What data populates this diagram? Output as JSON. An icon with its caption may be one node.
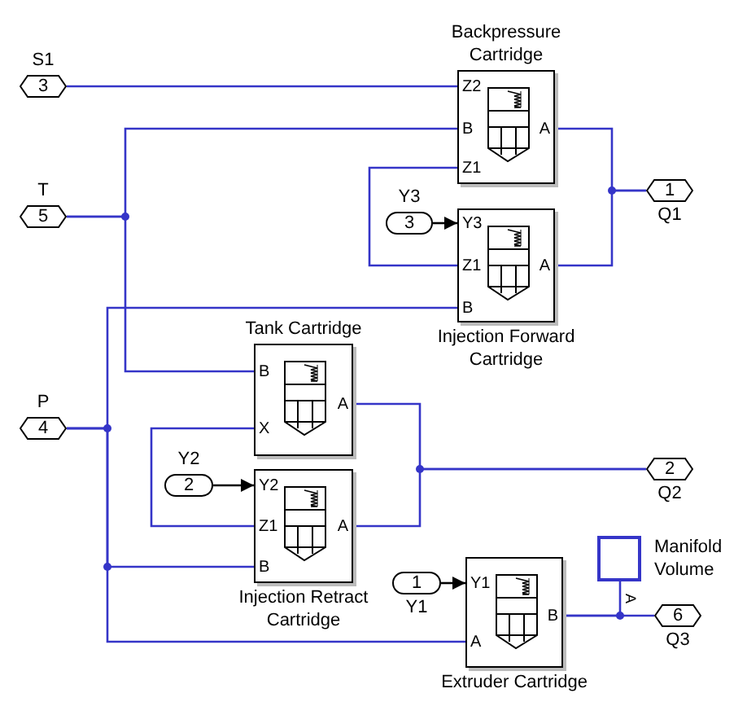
{
  "diagram": {
    "nodes": [
      {
        "text": [
          "3"
        ],
        "beside": [
          "S1"
        ]
      },
      {
        "text": [
          "Backpressure Cartridge",
          "Z2",
          "B",
          "Z1",
          "A"
        ]
      },
      {
        "text": [
          "1"
        ],
        "beside": [
          "Q1"
        ]
      },
      {
        "text": [
          "5"
        ],
        "beside": [
          "T"
        ]
      },
      {
        "text": [
          "3"
        ],
        "beside": [
          "Y3"
        ]
      },
      {
        "text": [
          "Injection Forward Cartridge",
          "Y3",
          "Z1",
          "B",
          "A"
        ]
      },
      {
        "text": [
          "Tank Cartridge",
          "B",
          "X",
          "A"
        ]
      },
      {
        "text": [
          "4"
        ],
        "beside": [
          "P"
        ]
      },
      {
        "text": [
          "2"
        ],
        "beside": [
          "Y2"
        ]
      },
      {
        "text": [
          "Injection Retract Cartridge",
          "Y2",
          "Z1",
          "B",
          "A"
        ]
      },
      {
        "text": [
          "2"
        ],
        "beside": [
          "Q2"
        ]
      },
      {
        "text": [
          "Manifold Volume",
          "A"
        ]
      },
      {
        "text": [
          "1"
        ],
        "beside": [
          "Y1"
        ]
      },
      {
        "text": [
          "Extruder Cartridge",
          "Y1",
          "A",
          "B"
        ]
      },
      {
        "text": [
          "6"
        ],
        "beside": [
          "Q3"
        ]
      }
    ],
    "edges": [
      {
        "from": 0,
        "to": 1,
        "arrow": "none"
      },
      {
        "from": 3,
        "to": 1,
        "arrow": "none"
      },
      {
        "from": 3,
        "to": 6,
        "arrow": "none"
      },
      {
        "from": 1,
        "to": 5,
        "arrow": "none"
      },
      {
        "from": 4,
        "to": 5,
        "arrow": "to",
        "color": "#000000"
      },
      {
        "from": 1,
        "to": 2,
        "arrow": "none"
      },
      {
        "from": 5,
        "to": 2,
        "arrow": "none"
      },
      {
        "from": 7,
        "to": 5,
        "arrow": "none"
      },
      {
        "from": 7,
        "to": 9,
        "arrow": "none"
      },
      {
        "from": 7,
        "to": 13,
        "arrow": "none"
      },
      {
        "from": 6,
        "to": 9,
        "arrow": "none"
      },
      {
        "from": 8,
        "to": 9,
        "arrow": "to",
        "color": "#000000"
      },
      {
        "from": 6,
        "to": 10,
        "arrow": "none"
      },
      {
        "from": 9,
        "to": 10,
        "arrow": "none"
      },
      {
        "from": 12,
        "to": 13,
        "arrow": "to",
        "color": "#000000"
      },
      {
        "from": 13,
        "to": 14,
        "arrow": "none"
      },
      {
        "from": 13,
        "to": 11,
        "arrow": "none"
      }
    ]
  }
}
